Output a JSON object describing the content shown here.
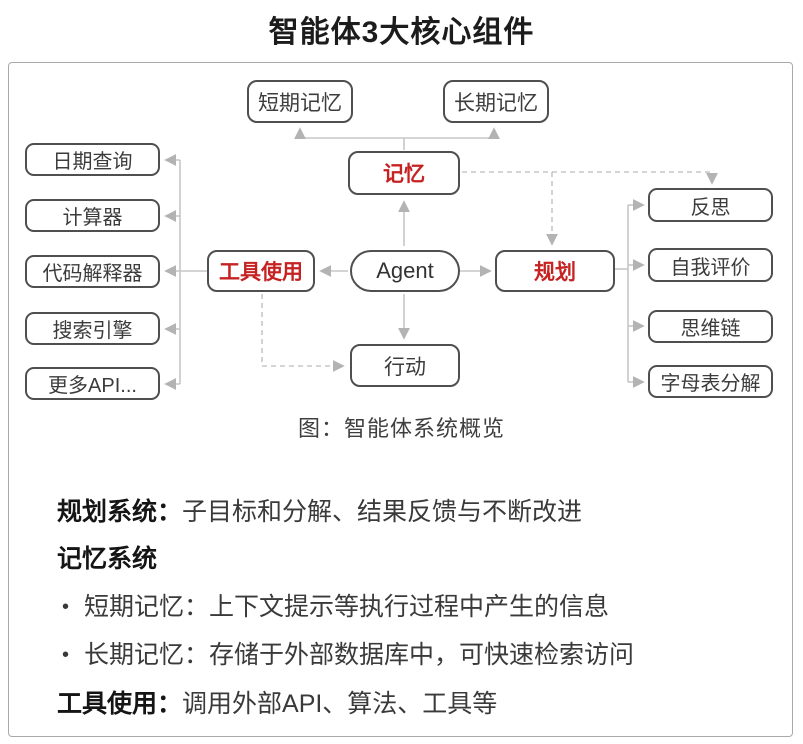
{
  "title": "智能体3大核心组件",
  "caption": "图：智能体系统概览",
  "colors": {
    "accent_red": "#c62222",
    "box_border": "#4f4f4f",
    "connector_gray": "#c2c2c2",
    "text_dark": "#3a3a3a"
  },
  "diagram": {
    "center": "Agent",
    "memory": "记忆",
    "tool_use": "工具使用",
    "planning": "规划",
    "action": "行动",
    "short_term_memory": "短期记忆",
    "long_term_memory": "长期记忆",
    "tools": [
      "日期查询",
      "计算器",
      "代码解释器",
      "搜索引擎",
      "更多API..."
    ],
    "planning_methods": [
      "反思",
      "自我评价",
      "思维链",
      "字母表分解"
    ]
  },
  "notes": {
    "bullet": "•",
    "planning_label": "规划系统：",
    "planning_text": "子目标和分解、结果反馈与不断改进",
    "memory_label": "记忆系统",
    "short_term_text": "短期记忆：上下文提示等执行过程中产生的信息",
    "long_term_text": "长期记忆：存储于外部数据库中，可快速检索访问",
    "tool_label": "工具使用：",
    "tool_text": "调用外部API、算法、工具等"
  }
}
